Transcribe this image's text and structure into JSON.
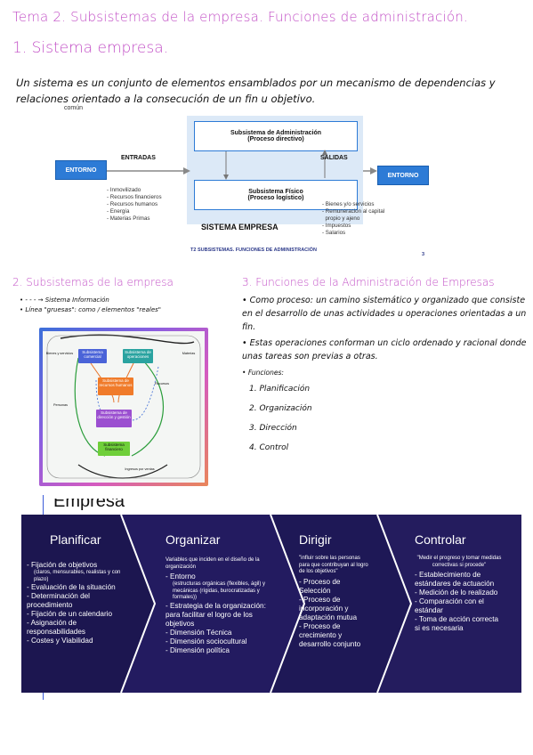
{
  "header": {
    "title": "Tema 2. Subsistemas de la empresa. Funciones de administración.",
    "section1": "1. Sistema empresa."
  },
  "intro_text": "Un sistema es un conjunto de elementos ensamblados por un mecanismo de dependencias y relaciones orientado a la consecución de un fin u objetivo.",
  "slide": {
    "cut_text": "común",
    "admin_title": "Subsistema de Administración",
    "admin_sub": "(Proceso directivo)",
    "fisico_title": "Subsistema Físico",
    "fisico_sub": "(Proceso logístico)",
    "entradas": "ENTRADAS",
    "salidas": "SALIDAS",
    "entorno_left": "ENTORNO",
    "entorno_right": "ENTORNO",
    "inputs": [
      "- Inmovilizado",
      "- Recursos financieros",
      "- Recursos humanos",
      "- Energía",
      "- Materias Primas"
    ],
    "outputs": [
      "- Bienes y/o servicios",
      "- Remuneración al capital",
      "  propio y ajeno",
      "- Impuestos",
      "- Salarios"
    ],
    "system_label": "SISTEMA EMPRESA",
    "footer": "T2 SUBSISTEMAS. FUNCIONES DE ADMINISTRACIÓN",
    "page": "3"
  },
  "section2": {
    "title": "2. Subsistemas de la empresa",
    "bullets": [
      "- - - → Sistema Información",
      "Línea \"gruesas\": como / elementos \"reales\""
    ]
  },
  "diagram_nodes": {
    "n1": "Subsistema comercial",
    "n2": "Subsistema de operaciones",
    "n3": "Subsistema de recursos humanos",
    "n4": "Subsistema de dirección y gestión",
    "n5": "Subsistema financiero",
    "l1": "Bienes y servicios",
    "l2": "Materias",
    "l3": "Recursos",
    "l4": "Ingresos por ventas",
    "l5": "Personas"
  },
  "section3": {
    "title": "3. Funciones de la Administración de Empresas",
    "bullets": [
      "Como proceso: un camino sistemático y organizado que consiste en el desarrollo de unas actividades u operaciones orientadas a un fin.",
      "Estas operaciones conforman un ciclo ordenado y racional donde unas tareas son previas a otras."
    ],
    "funciones_label": "Funciones:",
    "funciones": [
      "1. Planificación",
      "2. Organización",
      "3. Dirección",
      "4. Control"
    ]
  },
  "banner": {
    "cut_title": "Empresa",
    "colors": {
      "dark": "#1c1650",
      "banner_mid": "#241c5e"
    },
    "planificar": {
      "title": "Planificar",
      "items": [
        "Fijación de objetivos",
        "(claros, mensurables, realistas y con plazo)",
        "Evaluación de la situación",
        "Determinación del procedimiento",
        "Fijación de un calendario",
        "Asignación de responsabilidades",
        "Costes y Viabilidad"
      ]
    },
    "organizar": {
      "title": "Organizar",
      "intro": "Variables que inciden en el diseño de la organización",
      "items": [
        "Entorno",
        "(estructuras orgánicas (flexibles, ágil) y mecánicas (rígidas, burocratizadas y formales))",
        "Estrategia de la organización: para facilitar el logro de los objetivos",
        "Dimensión Técnica",
        "Dimensión sociocultural",
        "Dimensión política"
      ]
    },
    "dirigir": {
      "title": "Dirigir",
      "intro": "\"influir sobre las personas para que contribuyan al logro de los objetivos\"",
      "items": [
        "Proceso de Selección",
        "Proceso de incorporación y adaptación mutua",
        "Proceso de crecimiento y desarrollo conjunto"
      ]
    },
    "controlar": {
      "title": "Controlar",
      "intro": "\"Medir el progreso y tomar medidas correctivas si procede\"",
      "items": [
        "Establecimiento de estándares de actuación",
        "Medición de lo realizado",
        "Comparación con el estándar",
        "Toma de acción correcta si es necesaria"
      ]
    }
  }
}
